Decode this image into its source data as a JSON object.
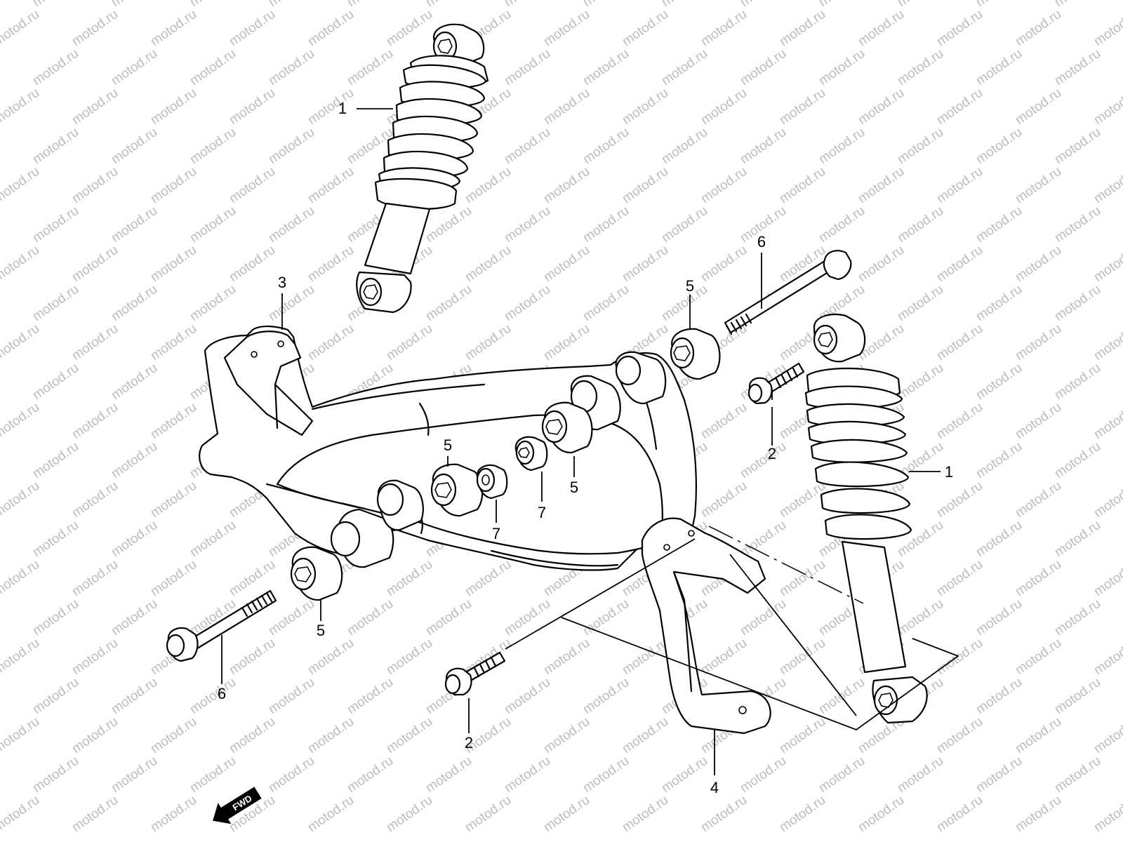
{
  "watermark": "motod.ru",
  "direction_marker": {
    "label": "FWD",
    "icon": "arrow-left-icon"
  },
  "callouts": [
    {
      "id": "c1a",
      "label": "1"
    },
    {
      "id": "c1b",
      "label": "1"
    },
    {
      "id": "c2a",
      "label": "2"
    },
    {
      "id": "c2b",
      "label": "2"
    },
    {
      "id": "c3",
      "label": "3"
    },
    {
      "id": "c4",
      "label": "4"
    },
    {
      "id": "c5a",
      "label": "5"
    },
    {
      "id": "c5b",
      "label": "5"
    },
    {
      "id": "c5c",
      "label": "5"
    },
    {
      "id": "c5d",
      "label": "5"
    },
    {
      "id": "c6a",
      "label": "6"
    },
    {
      "id": "c6b",
      "label": "6"
    },
    {
      "id": "c7a",
      "label": "7"
    },
    {
      "id": "c7b",
      "label": "7"
    }
  ],
  "colors": {
    "line": "#000000",
    "background": "#ffffff",
    "watermark": "#bdbdbd"
  }
}
